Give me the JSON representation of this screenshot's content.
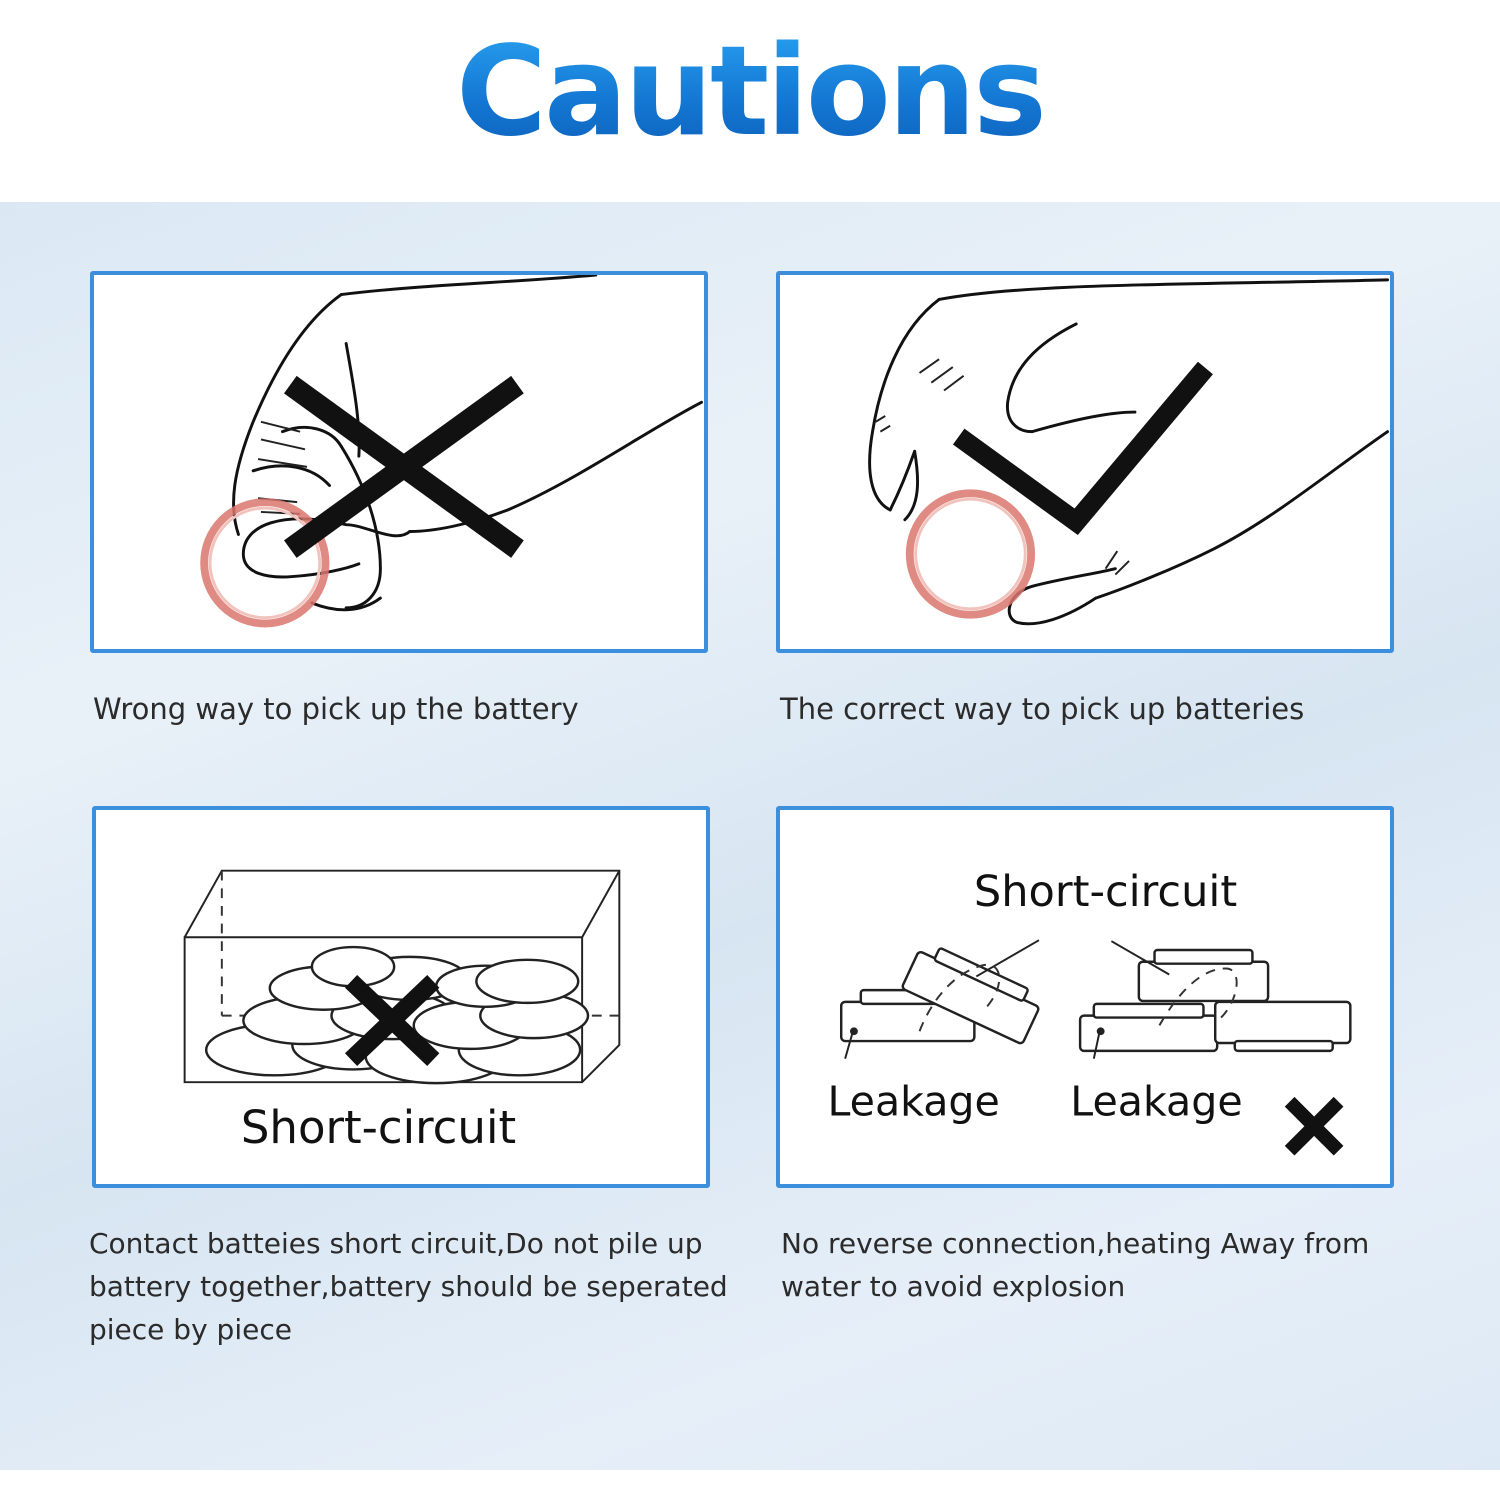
{
  "title": "Cautions",
  "panels": [
    {
      "image": "hand-pinching-battery-wrong-illustration",
      "mark": "cross-mark-icon",
      "caption_lines": [
        "Wrong way to pick up the battery"
      ]
    },
    {
      "image": "hand-holding-battery-edge-correct-illustration",
      "mark": "check-mark-icon",
      "caption_lines": [
        "The correct way to pick up batteries"
      ]
    },
    {
      "image": "batteries-piled-in-box-illustration",
      "mark": "cross-mark-icon",
      "label": "Short-circuit",
      "caption_lines": [
        "Contact batteies short circuit,Do not pile up",
        "battery together,battery should be seperated",
        "piece by piece"
      ]
    },
    {
      "image": "stacked-batteries-leakage-illustration",
      "mark": "cross-mark-icon",
      "label_top": "Short-circuit",
      "label_left": "Leakage",
      "label_right": "Leakage",
      "caption_lines": [
        "No reverse connection,heating Away from",
        "water to avoid explosion"
      ]
    }
  ],
  "colors": {
    "title_gradient_top": "#2aa3f0",
    "title_gradient_bottom": "#0c5fb8",
    "panel_border": "#3b8fdd",
    "highlight_ring": "#d9776d",
    "background": "#dde9f5"
  }
}
